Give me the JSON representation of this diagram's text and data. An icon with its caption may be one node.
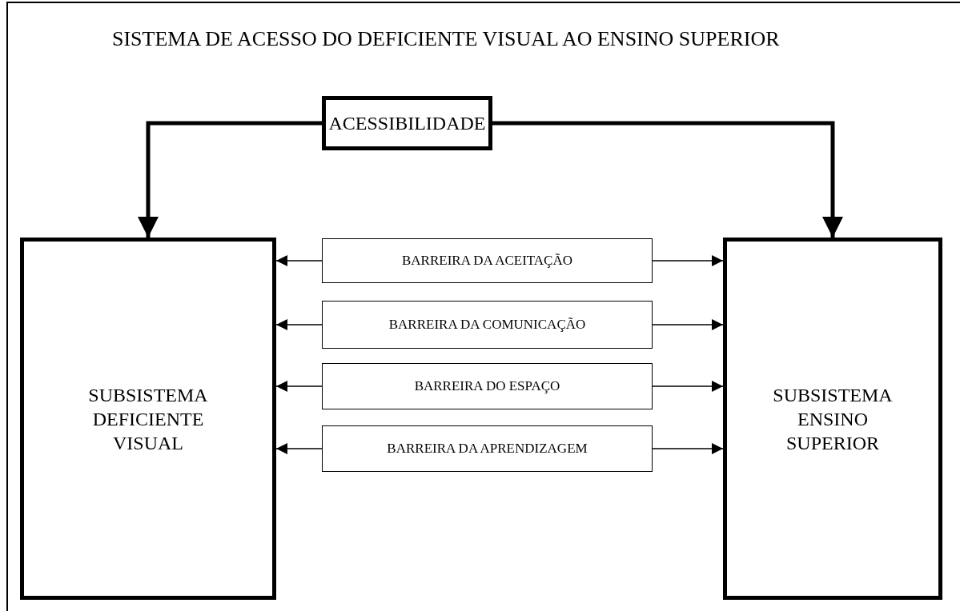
{
  "diagram": {
    "title": "SISTEMA DE ACESSO DO DEFICIENTE VISUAL AO ENSINO SUPERIOR",
    "nodes": [
      {
        "text": [
          "ACESSIBILIDADE"
        ]
      },
      {
        "text": [
          "SUBSISTEMA DEFICIENTE VISUAL"
        ]
      },
      {
        "text": [
          "SUBSISTEMA ENSINO SUPERIOR"
        ]
      },
      {
        "text": [
          "BARREIRA DA ACEITAÇÃO"
        ]
      },
      {
        "text": [
          "BARREIRA DA COMUNICAÇÃO"
        ]
      },
      {
        "text": [
          "BARREIRA DO ESPAÇO"
        ]
      },
      {
        "text": [
          "BARREIRA DA APRENDIZAGEM"
        ]
      }
    ],
    "edges": [
      {
        "from": 0,
        "to": 1,
        "arrow": "to",
        "style": "thick"
      },
      {
        "from": 0,
        "to": 2,
        "arrow": "to",
        "style": "thick"
      },
      {
        "from": 3,
        "to": 1,
        "arrow": "to"
      },
      {
        "from": 3,
        "to": 2,
        "arrow": "to"
      },
      {
        "from": 4,
        "to": 1,
        "arrow": "to"
      },
      {
        "from": 4,
        "to": 2,
        "arrow": "to"
      },
      {
        "from": 5,
        "to": 1,
        "arrow": "to"
      },
      {
        "from": 5,
        "to": 2,
        "arrow": "to"
      },
      {
        "from": 6,
        "to": 1,
        "arrow": "to"
      },
      {
        "from": 6,
        "to": 2,
        "arrow": "to"
      }
    ]
  }
}
